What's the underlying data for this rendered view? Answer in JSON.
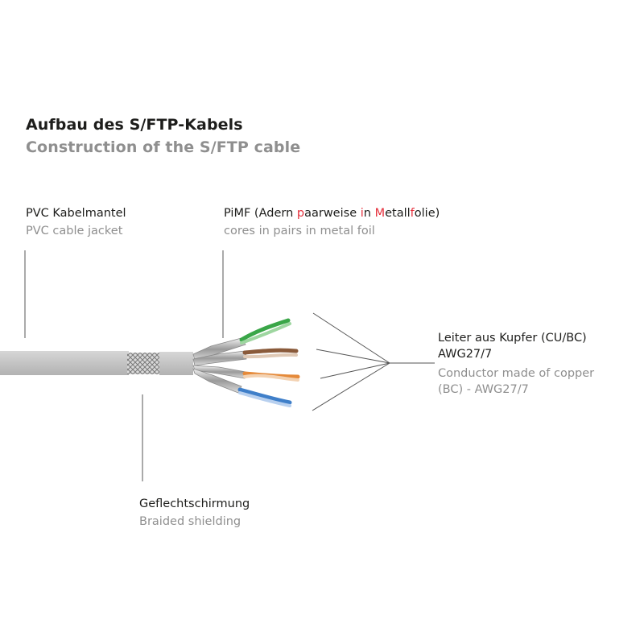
{
  "title": {
    "de": "Aufbau des S/FTP-Kabels",
    "en": "Construction of the S/FTP cable"
  },
  "labels": {
    "jacket": {
      "de": "PVC Kabelmantel",
      "en": "PVC cable jacket"
    },
    "pimf": {
      "de_parts": [
        {
          "text": "PiMF (Adern ",
          "hl": false
        },
        {
          "text": "p",
          "hl": true
        },
        {
          "text": "aarweise ",
          "hl": false
        },
        {
          "text": "i",
          "hl": true
        },
        {
          "text": "n ",
          "hl": false
        },
        {
          "text": "M",
          "hl": true
        },
        {
          "text": "etall",
          "hl": false
        },
        {
          "text": "f",
          "hl": true
        },
        {
          "text": "olie)",
          "hl": false
        }
      ],
      "en": "cores in pairs in metal foil"
    },
    "conductor": {
      "de_line1": "Leiter aus Kupfer (CU/BC)",
      "de_line2": "AWG27/7",
      "en_line1": "Conductor made of copper",
      "en_line2": "(BC) - AWG27/7"
    },
    "braid": {
      "de": "Geflechtschirmung",
      "en": "Braided shielding"
    }
  },
  "colors": {
    "title_dark": "#1d1d1b",
    "text_gray": "#8f8f8f",
    "highlight_red": "#e5303c",
    "jacket_gray": "#c8c8c8",
    "pair_green": "#3aa648",
    "pair_brown": "#8a5a3a",
    "pair_orange": "#e58a3a",
    "pair_blue": "#3f7fc9"
  }
}
